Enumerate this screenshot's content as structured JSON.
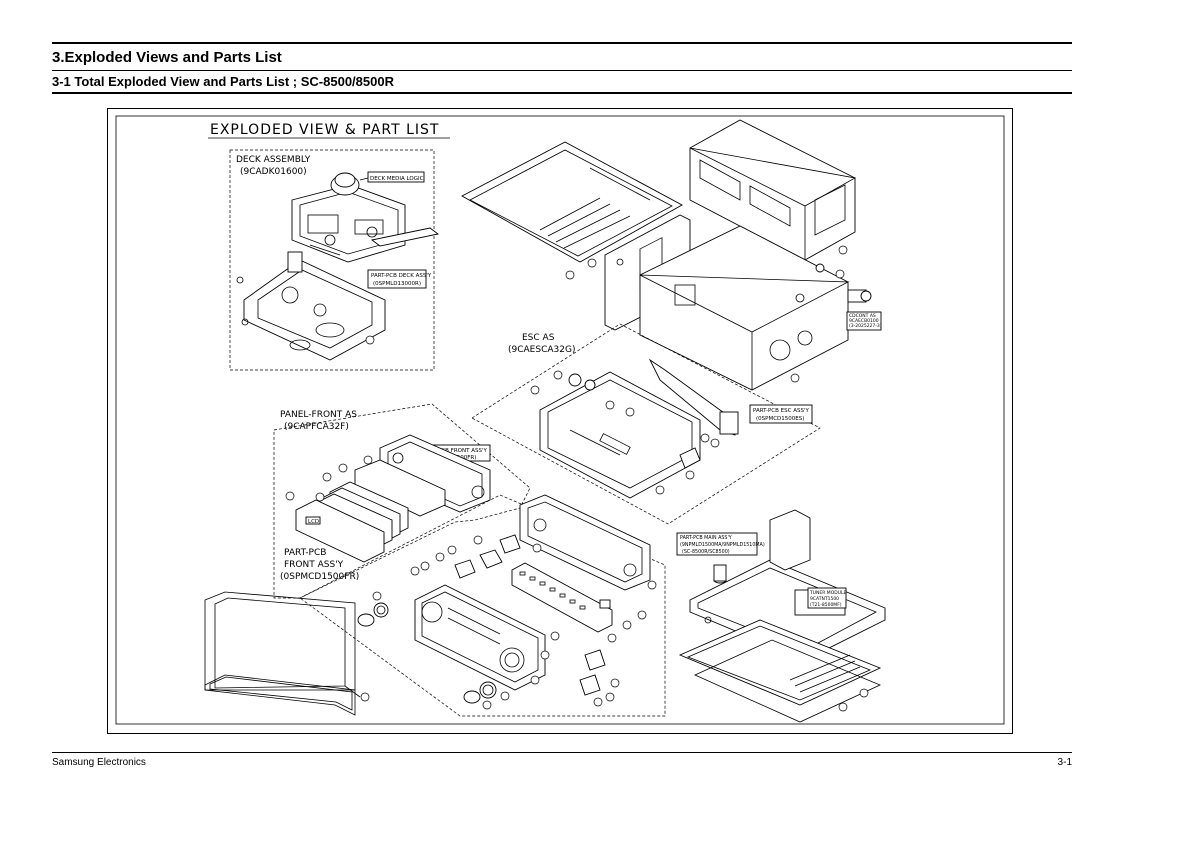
{
  "header": {
    "section_title": "3.Exploded Views and Parts List",
    "subsection_title": "3-1 Total Exploded View and Parts List ; SC-8500/8500R"
  },
  "diagram": {
    "title": "EXPLODED VIEW & PART LIST",
    "deck_assembly": {
      "name": "DECK ASSEMBLY",
      "code": "(9CADK01600)"
    },
    "deck_media_logic": "DECK MEDIA LOGIC",
    "part_pcb_deck": {
      "name": "PART-PCB DECK ASS'Y",
      "code": "(0SPMLD13000R)"
    },
    "esc_as": {
      "name": "ESC AS",
      "code": "(9CAESCA32G)"
    },
    "part_pcb_esc": {
      "name": "PART-PCB ESC ASS'Y",
      "code": "(0SPMCD1500ES)"
    },
    "panel_front_as": {
      "name": "PANEL-FRONT AS",
      "code": "(9CAPFCA32F)"
    },
    "part_pcb_front_box": {
      "name": "PART-PCB FRONT ASS'Y",
      "code": "(0SPMCD1500FR)"
    },
    "part_pcb_front_label": {
      "line1": "PART-PCB",
      "line2": "FRONT ASS'Y",
      "code": "(0SPMCD1500FR)"
    },
    "lcd": "LCD",
    "part_pcb_main": {
      "name": "PART-PCB MAIN ASS'Y",
      "code": "(9NPMLD1500MA/9NPMLD1510MA)",
      "model": "(SC-8500R/SC8500)"
    },
    "tuner_module": {
      "line1": "TUNER MODULE",
      "line2": "9CATNT1500",
      "line3": "(T21-8500MF)"
    },
    "cd_connector": {
      "line1": "CDCONT AS",
      "line2": "9CAECB0100",
      "line3": "(3-2025227-3)"
    }
  },
  "footer": {
    "company": "Samsung Electronics",
    "page": "3-1"
  },
  "icons": {
    "part_callout": "circle-number-icon"
  }
}
